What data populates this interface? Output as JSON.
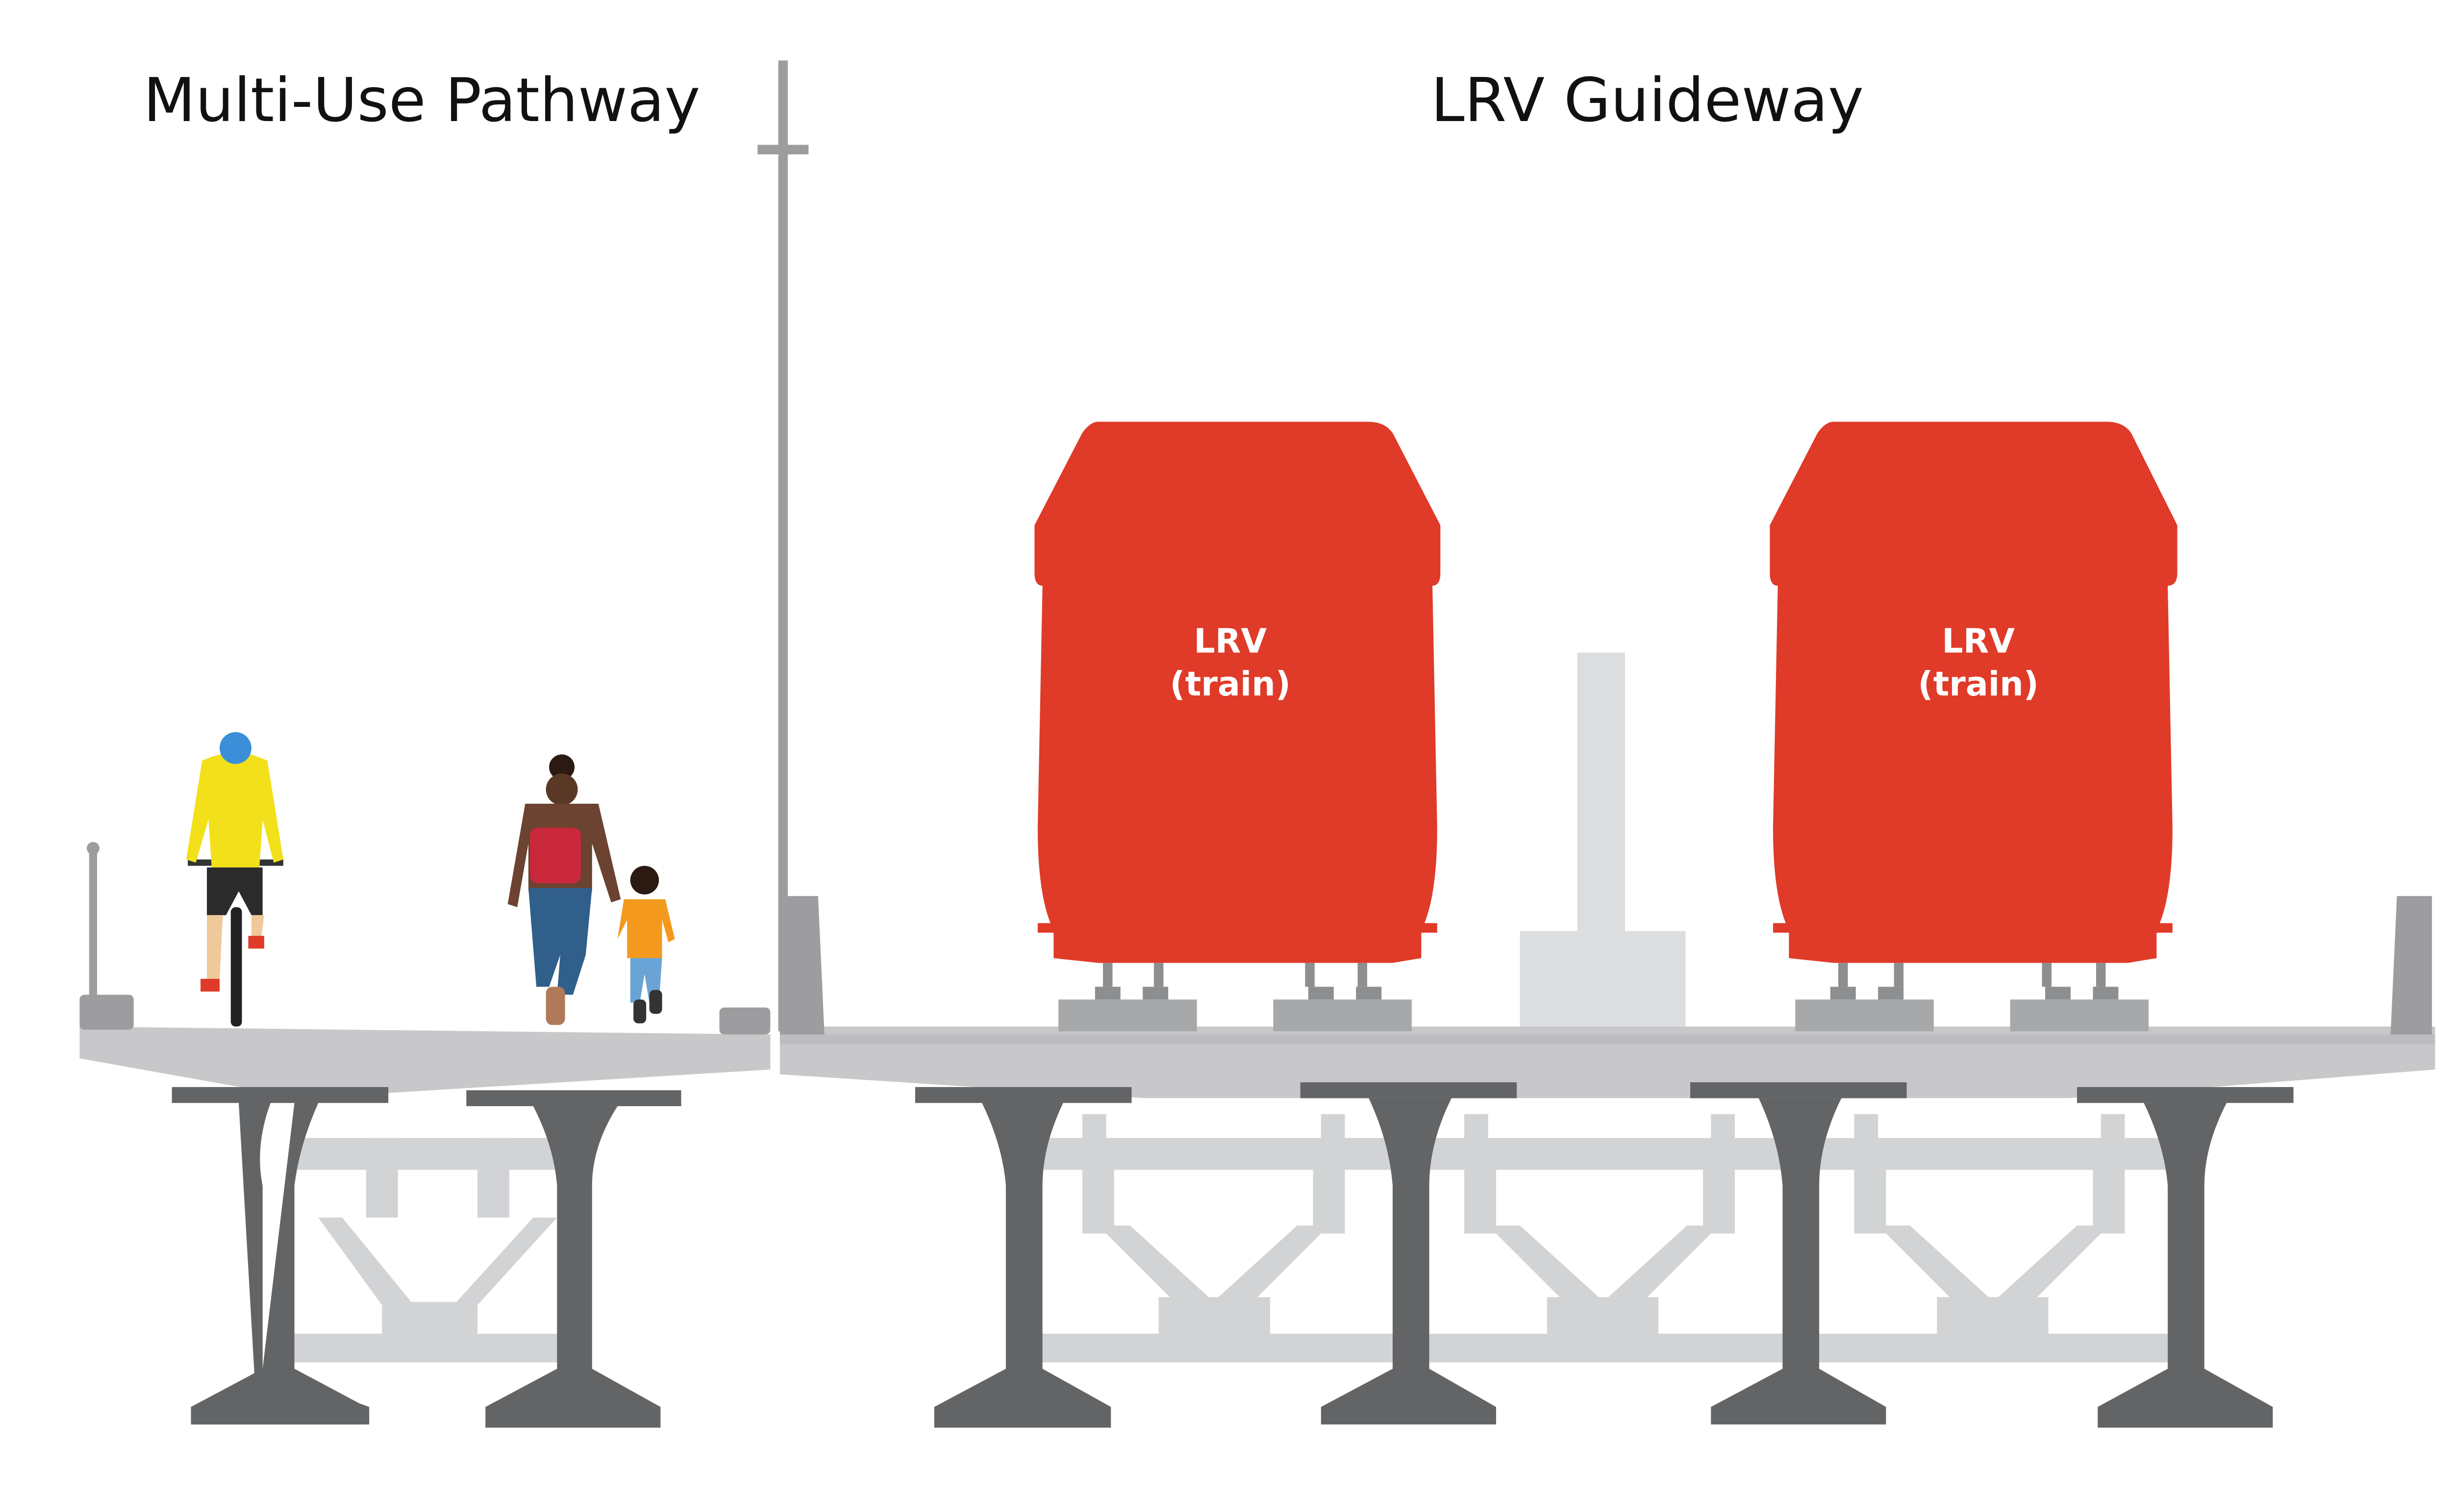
{
  "labels": {
    "pathway_title": "Multi-Use Pathway",
    "guideway_title": "LRV Guideway",
    "train_left_line1": "LRV",
    "train_left_line2": "(train)",
    "train_right_line1": "LRV",
    "train_right_line2": "(train)"
  },
  "colors": {
    "deck": "#c8c8ca",
    "deck_top": "#b5b5b7",
    "barrier": "#9d9d9f",
    "girder": "#636466",
    "bracing": "#d2d3d5",
    "plinth": "#a7a8aa",
    "train": "#e03a29",
    "pole": "#9d9d9f",
    "divider": "#dcdddf"
  }
}
